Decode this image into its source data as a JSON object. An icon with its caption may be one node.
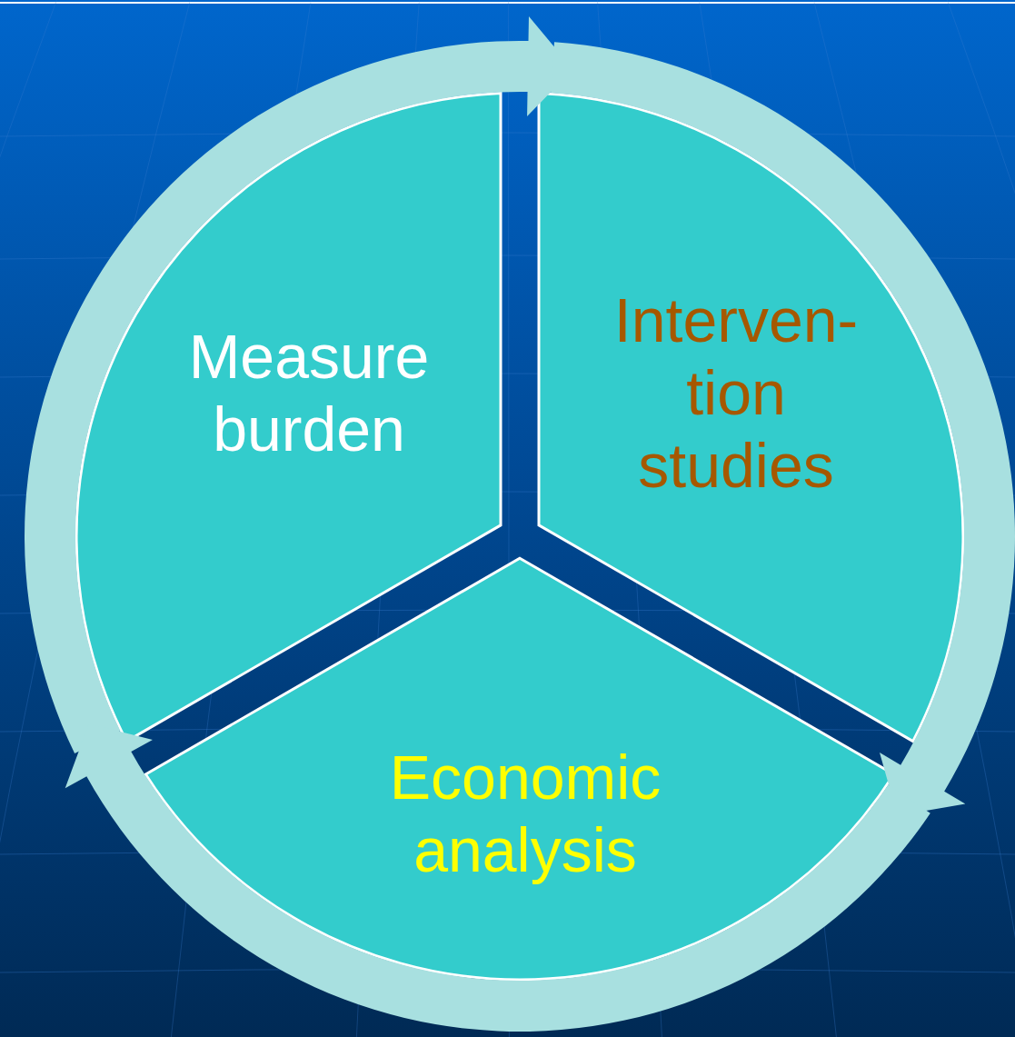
{
  "diagram": {
    "nodes": [
      {
        "text": [
          "Measure burden"
        ]
      },
      {
        "text": [
          "Interven- tion studies"
        ]
      },
      {
        "text": [
          "Economic analysis"
        ]
      }
    ],
    "edges": [
      {
        "from": 0,
        "to": 1,
        "arrow": "to"
      },
      {
        "from": 1,
        "to": 2,
        "arrow": "to"
      },
      {
        "from": 2,
        "to": 0,
        "arrow": "to"
      }
    ]
  }
}
